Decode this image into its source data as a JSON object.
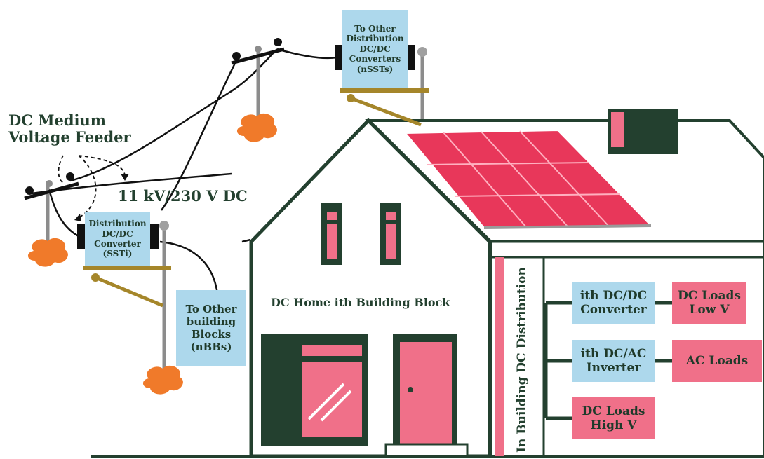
{
  "labels": {
    "feeder": "DC Medium\nVoltage Feeder",
    "voltage": "11 kV/230 V DC",
    "home": "DC Home ith Building Block",
    "in_building": "In Building DC Distribution"
  },
  "boxes": {
    "sst_top": "To Other\nDistribution\nDC/DC\nConverters\n(nSSTs)",
    "ssti": "Distribution\nDC/DC\nConverter\n(SSTi)",
    "nbbs": "To Other\nbuilding\nBlocks\n(nBBs)",
    "dcdc": "ith DC/DC\nConverter",
    "dcac": "ith DC/AC\nInverter",
    "loads_low": "DC Loads\nLow V",
    "loads_ac": "AC Loads",
    "loads_high": "DC Loads\nHigh V"
  },
  "colors": {
    "dark_green": "#23402f",
    "pink": "#f07089",
    "light_blue": "#add8ec",
    "orange": "#f07a2a",
    "olive": "#a5862a"
  }
}
